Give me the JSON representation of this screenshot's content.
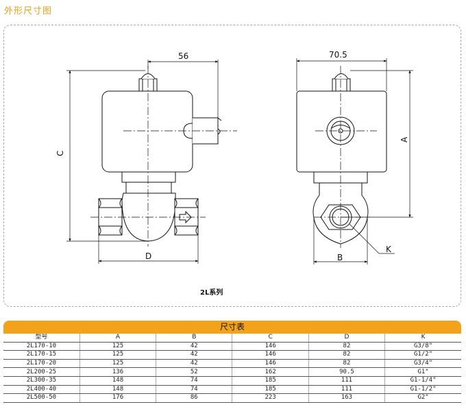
{
  "page": {
    "title": "外形尺寸图"
  },
  "drawing": {
    "series_label": "2L系列",
    "left_view": {
      "dim_top": "56",
      "dim_left": "C",
      "dim_bottom": "D"
    },
    "right_view": {
      "dim_top": "70.5",
      "dim_right": "A",
      "dim_bottom": "B",
      "dim_callout": "K"
    }
  },
  "table": {
    "title": "尺寸表",
    "headers": [
      "型号",
      "A",
      "B",
      "C",
      "D",
      "K"
    ],
    "rows": [
      [
        "2L170-10",
        "125",
        "42",
        "146",
        "82",
        "G3/8\""
      ],
      [
        "2L170-15",
        "125",
        "42",
        "146",
        "82",
        "G1/2\""
      ],
      [
        "2L170-20",
        "125",
        "42",
        "146",
        "82",
        "G3/4\""
      ],
      [
        "2L200-25",
        "136",
        "52",
        "162",
        "90.5",
        "G1\""
      ],
      [
        "2L300-35",
        "148",
        "74",
        "185",
        "111",
        "G1-1/4\""
      ],
      [
        "2L400-40",
        "148",
        "74",
        "185",
        "111",
        "G1-1/2\""
      ],
      [
        "2L500-50",
        "176",
        "86",
        "223",
        "163",
        "G2\""
      ]
    ]
  }
}
